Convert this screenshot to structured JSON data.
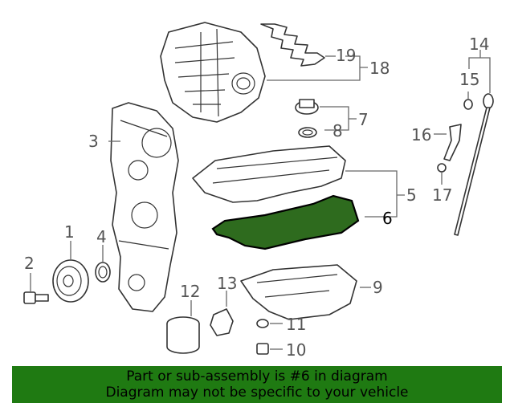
{
  "parts": [
    {
      "id": "1",
      "label": "1"
    },
    {
      "id": "2",
      "label": "2"
    },
    {
      "id": "3",
      "label": "3"
    },
    {
      "id": "4",
      "label": "4"
    },
    {
      "id": "5",
      "label": "5"
    },
    {
      "id": "6",
      "label": "6"
    },
    {
      "id": "7",
      "label": "7"
    },
    {
      "id": "8",
      "label": "8"
    },
    {
      "id": "9",
      "label": "9"
    },
    {
      "id": "10",
      "label": "10"
    },
    {
      "id": "11",
      "label": "11"
    },
    {
      "id": "12",
      "label": "12"
    },
    {
      "id": "13",
      "label": "13"
    },
    {
      "id": "14",
      "label": "14"
    },
    {
      "id": "15",
      "label": "15"
    },
    {
      "id": "16",
      "label": "16"
    },
    {
      "id": "17",
      "label": "17"
    },
    {
      "id": "18",
      "label": "18"
    },
    {
      "id": "19",
      "label": "19"
    }
  ],
  "highlighted_part": "6",
  "colors": {
    "highlight_fill": "#2e6b1e",
    "banner_bg": "#1f7a12",
    "line": "#333333"
  },
  "banner": {
    "line1": "Part or sub-assembly is #6 in diagram",
    "line2": "Diagram may not be specific to your vehicle"
  }
}
